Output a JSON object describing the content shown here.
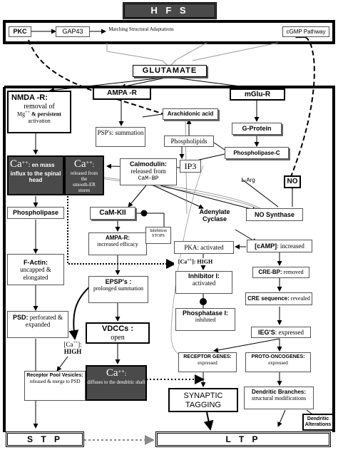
{
  "banners": {
    "top": "H F S",
    "glutamate": "GLUTAMATE",
    "stp": "S T P",
    "ltp": "L T P"
  },
  "top_row": {
    "pkc": "PKC",
    "gap43": "GAP43",
    "matching": "Matching Structural Adaptations",
    "cgmp": "cGMP Pathway"
  },
  "receptors": {
    "nmda_title": "NMDA -R:",
    "nmda_line2": "removal of",
    "nmda_line3_a": "Mg",
    "nmda_line3_sup": "++",
    "nmda_line3_b": " & persistent",
    "nmda_line4": "activation",
    "ampa": "AMPA -R",
    "mglu": "mGlu-R"
  },
  "mid": {
    "psp": "PSP's: summation",
    "arachidonic": "Arachidonic acid",
    "phospholipids": "Phospholipids",
    "ip3": "IP3",
    "gprotein": "G-Protein",
    "plc": "Phospholipase-C",
    "larg": "L-Arg",
    "no": "NO",
    "no_synthase": "NO Synthase"
  },
  "calcium": {
    "ca_sym": "Ca",
    "ca_sup": "++",
    "influx_a": ": en mass",
    "influx_b": "influx to the spinal head",
    "released_a": "released from the",
    "released_b": "smooth-ER",
    "released_c": "stores"
  },
  "calmodulin": {
    "title": "Calmodulin:",
    "line2": "released from",
    "line3": "CaM-BP"
  },
  "left_chain": {
    "phospholipase": "Phospholipase",
    "factin_title": "F-Actin:",
    "factin_body": "uncapped & elongated",
    "psd_title": "PSD:",
    "psd_body": "perforated & expanded",
    "ca_high_a": "[Ca",
    "ca_high_sup": "++",
    "ca_high_b": "]:",
    "ca_high_c": "HIGH",
    "pool_title": "Receptor Pool Vesicles:",
    "pool_body": "released & merge to PSD"
  },
  "center": {
    "camkii": "CaM-KII",
    "ampa_r_title": "AMPA-R:",
    "ampa_r_body": "increased efficacy",
    "inhibition": "Inhibition STOPS",
    "epsp_title": "EPSP's :",
    "epsp_body": "prolonged summation",
    "vdcc_title": "VDCCs :",
    "vdcc_body": "open",
    "diffuses": "diffuses to the dendritic shaft"
  },
  "right_center": {
    "adenylate": "Adenylate Cyclase",
    "pka": "PKA: activated",
    "camp_a": "[cAMP]",
    "camp_b": ": increased",
    "ca_high2_a": "[Ca",
    "ca_high2_sup": "++",
    "ca_high2_b": "]: HIGH",
    "inhib1_title": "Inhibitor I:",
    "inhib1_body": "activated",
    "phosph_title": "Phosphatase I:",
    "phosph_body": "inhibited",
    "crebp_title": "CRE-BP:",
    "crebp_body": " removed",
    "creseq_title": "CRE sequence:",
    "creseq_body": " revealed",
    "ieg_title": "IEG'S",
    "ieg_body": ": expressed",
    "receptor_title": "RECEPTOR GENES:",
    "receptor_body": " expressed",
    "proto_title": "PROTO-ONCOGENES:",
    "proto_body": "expressed",
    "synaptic": "SYNAPTIC TAGGING",
    "dendritic_title": "Dendritic Branches:",
    "dendritic_body": "structural modifications",
    "alterations": "Dendritic Alterations"
  }
}
